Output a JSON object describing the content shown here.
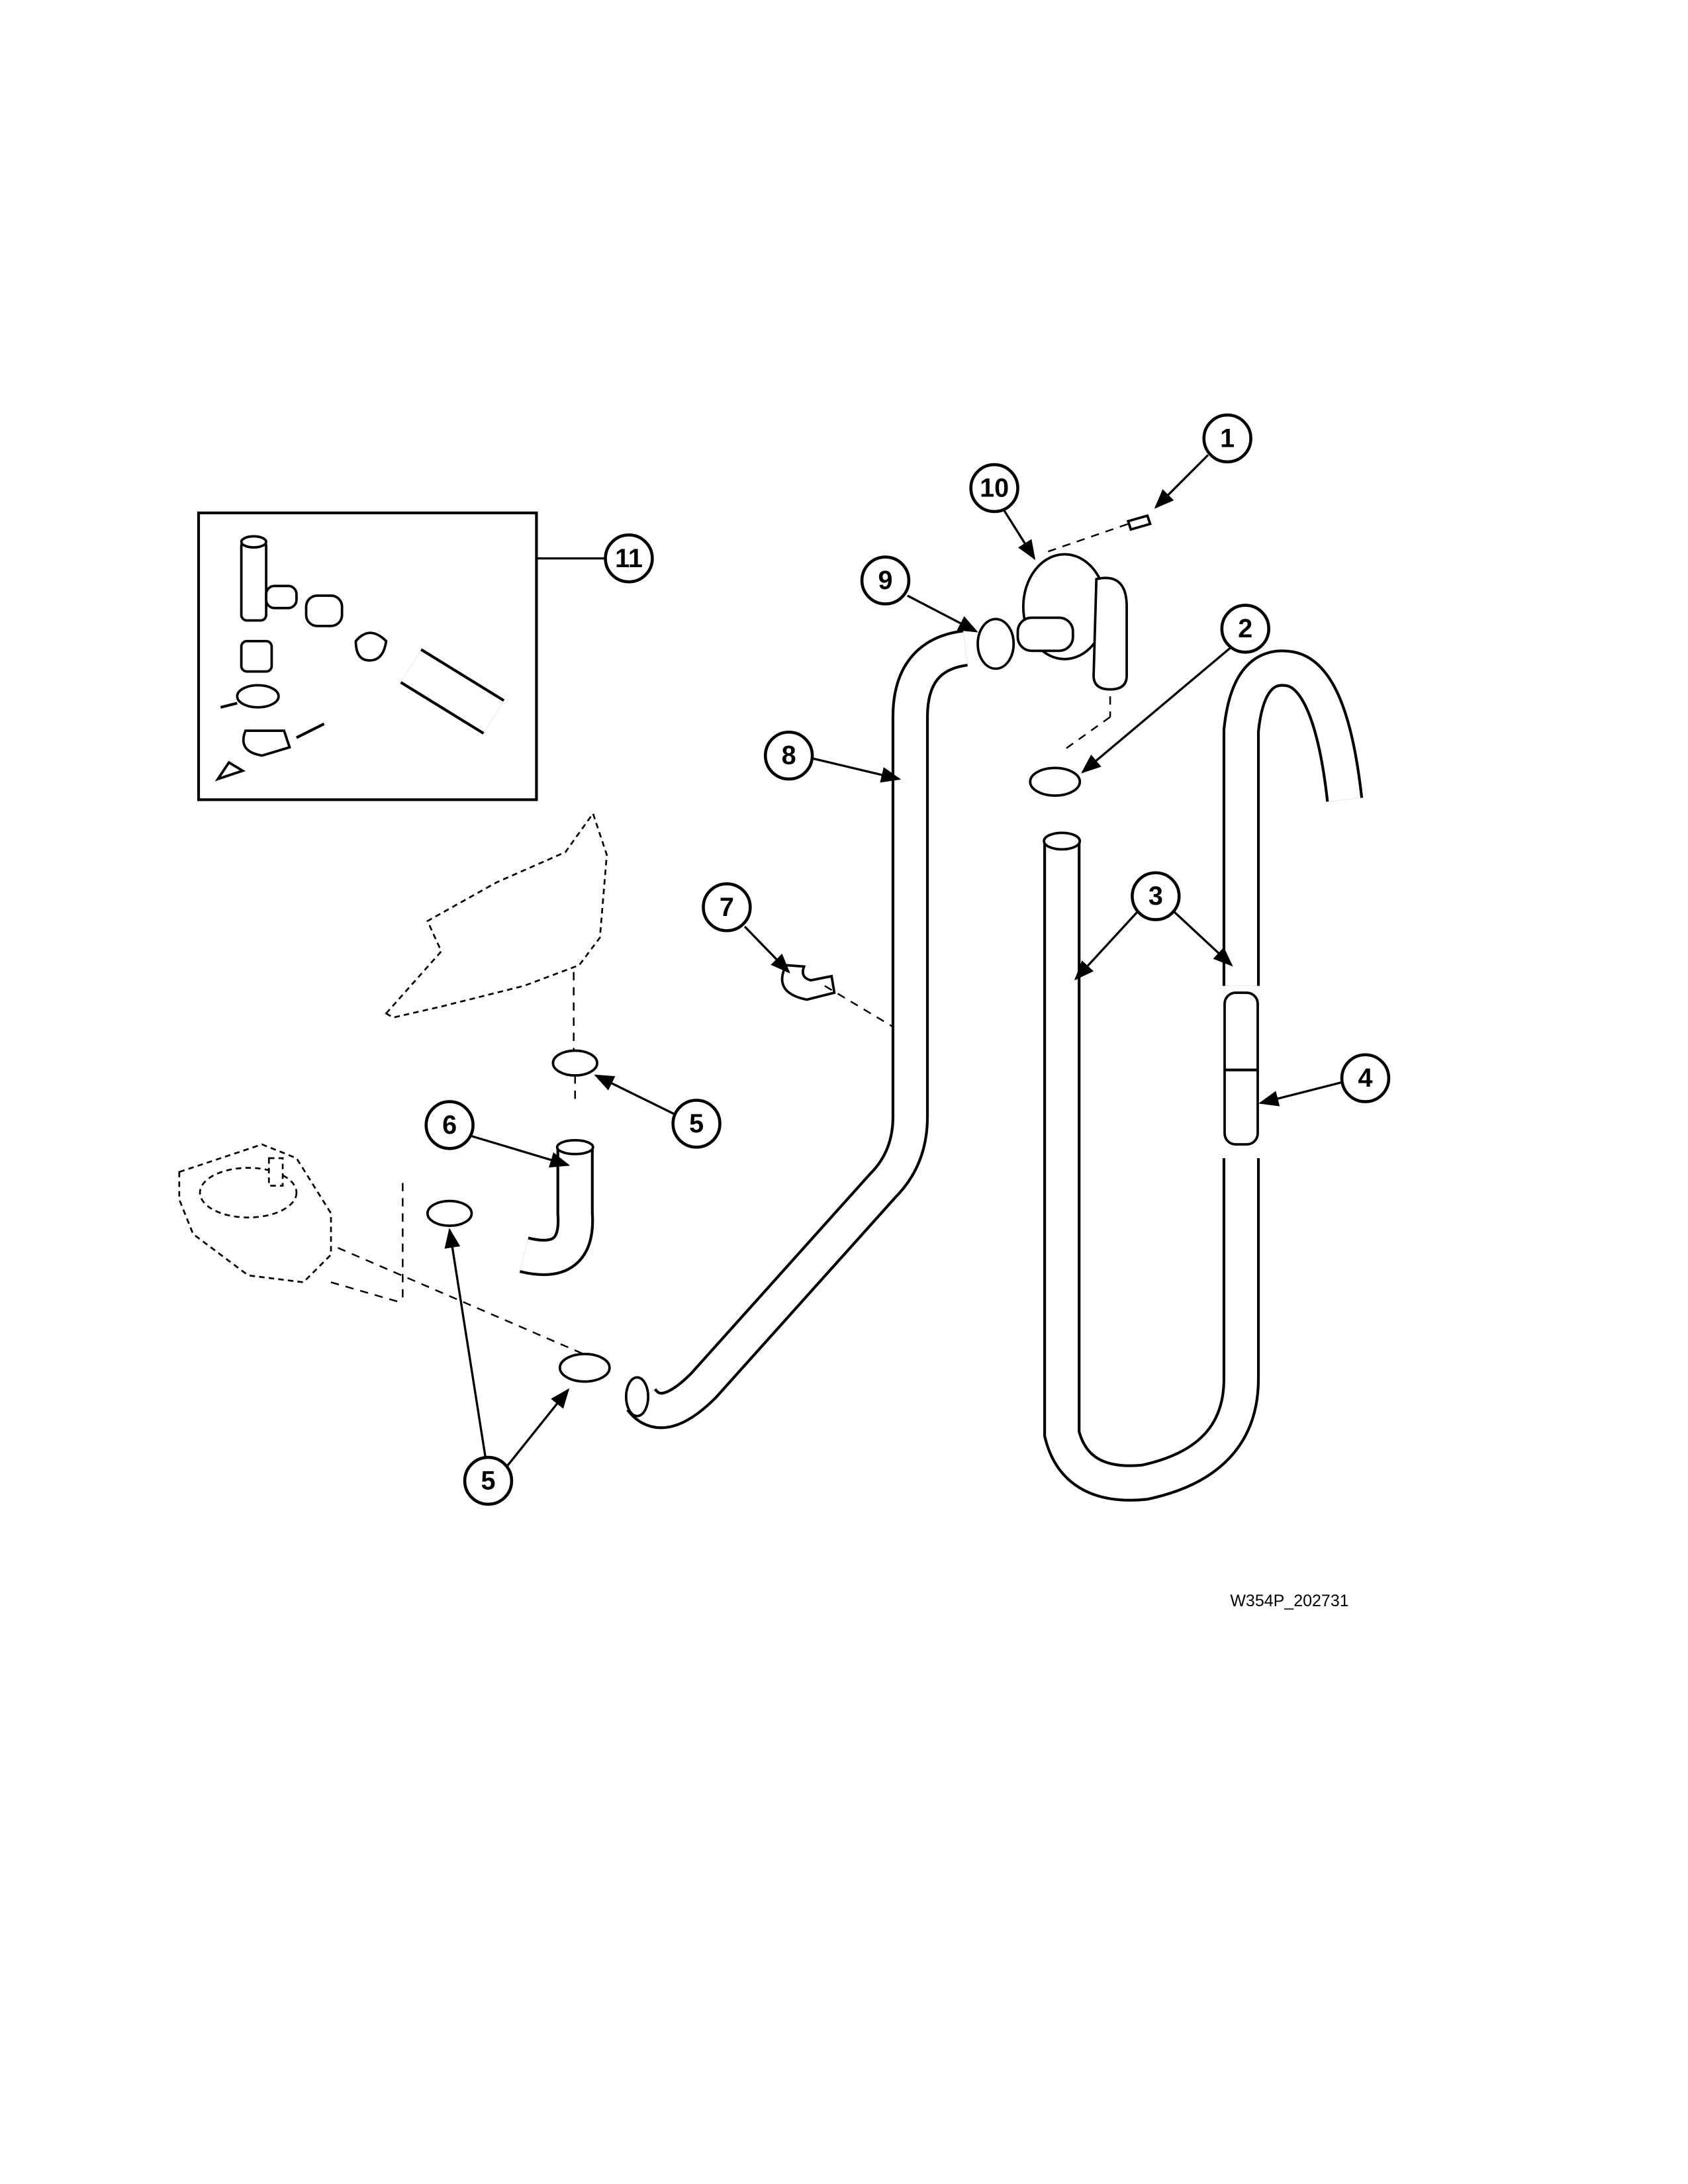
{
  "diagram": {
    "drawing_id": "W354P_202731",
    "callouts": [
      "1",
      "2",
      "3",
      "4",
      "5",
      "6",
      "7",
      "8",
      "9",
      "10",
      "11"
    ]
  }
}
